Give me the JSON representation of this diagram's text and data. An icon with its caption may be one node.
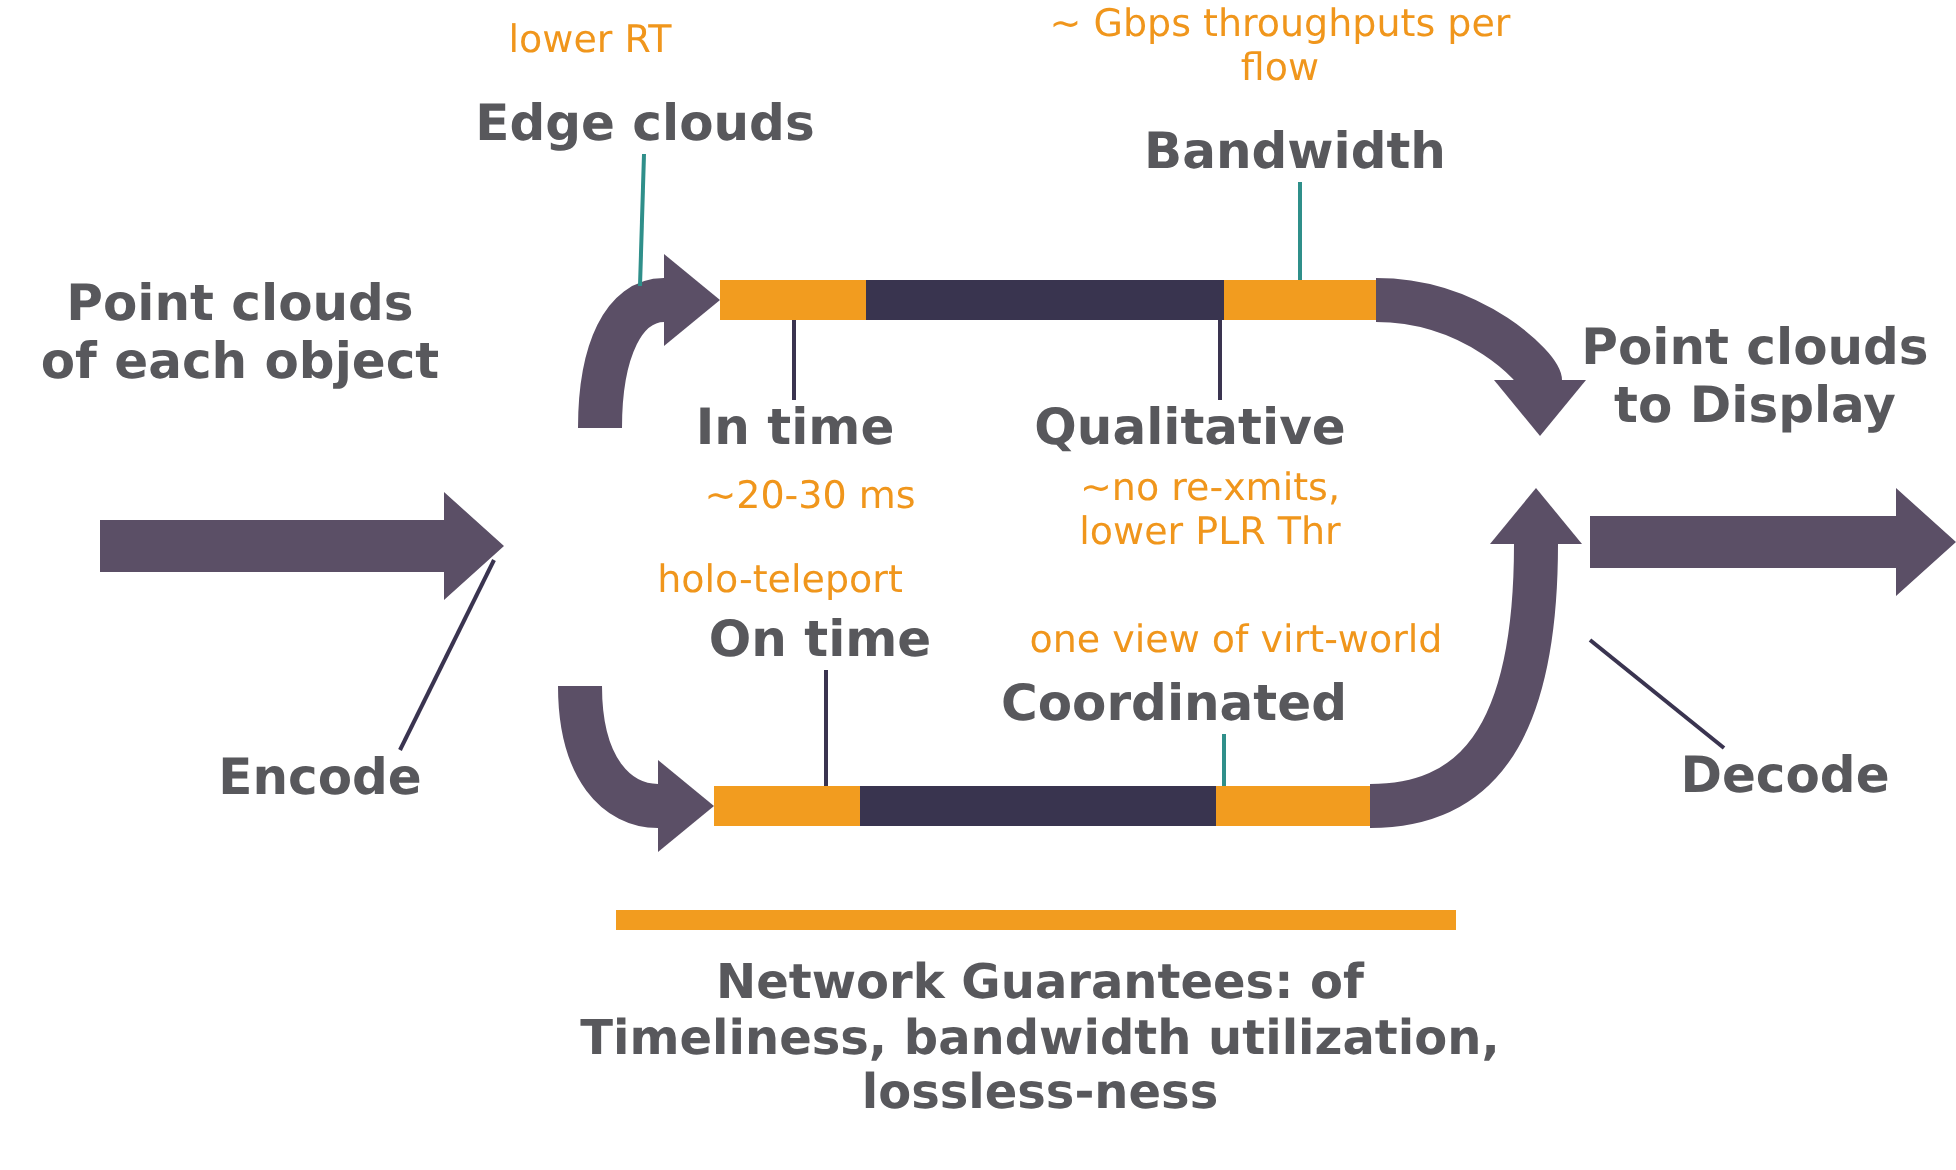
{
  "diagram": {
    "nodes": [
      {
        "text": [
          "Point clouds of each object"
        ]
      },
      {
        "text": [
          "Encode"
        ]
      },
      {
        "text": [
          "Edge clouds"
        ],
        "beside": [
          "lower RT"
        ]
      },
      {
        "text": [
          "Bandwidth"
        ],
        "beside": [
          "~ Gbps throughputs per flow"
        ]
      },
      {
        "text": [
          "In time"
        ],
        "beside": [
          "~20-30 ms"
        ]
      },
      {
        "text": [
          "Qualitative"
        ],
        "beside": [
          "~no re-xmits, lower PLR Thr"
        ]
      },
      {
        "text": [],
        "shape": "bar"
      },
      {
        "text": [],
        "shape": "bar"
      },
      {
        "text": [],
        "shape": "bar"
      },
      {
        "text": [
          "Point clouds to Display"
        ]
      },
      {
        "text": [
          "On time"
        ],
        "beside": [
          "holo-teleport"
        ]
      },
      {
        "text": [
          "Coordinated"
        ],
        "beside": [
          "one view of virt-world"
        ]
      },
      {
        "text": [
          "Decode"
        ]
      },
      {
        "text": [],
        "shape": "bar"
      },
      {
        "text": [],
        "shape": "bar"
      },
      {
        "text": [],
        "shape": "bar"
      }
    ],
    "edges": [
      {
        "from": null,
        "to": 6,
        "arrow": "to",
        "style": "thick",
        "color": "#5b4f66"
      },
      {
        "from": 8,
        "to": 9,
        "arrow": "to",
        "style": "thick",
        "color": "#5b4f66"
      },
      {
        "from": null,
        "to": 13,
        "arrow": "to",
        "style": "thick",
        "color": "#5b4f66"
      },
      {
        "from": 15,
        "to": 9,
        "arrow": "to",
        "style": "thick",
        "color": "#5b4f66"
      },
      {
        "from": 2,
        "to": null,
        "arrow": "none",
        "color": "#2f8f8a"
      },
      {
        "from": 4,
        "to": 6,
        "arrow": "none",
        "color": "#3a3450"
      },
      {
        "from": 3,
        "to": 8,
        "arrow": "none",
        "color": "#2f8f8a"
      },
      {
        "from": 5,
        "to": 7,
        "arrow": "none",
        "color": "#3a3450"
      },
      {
        "from": 10,
        "to": 13,
        "arrow": "none",
        "color": "#3a3450"
      },
      {
        "from": 11,
        "to": 15,
        "arrow": "none",
        "color": "#2f8f8a"
      },
      {
        "from": 1,
        "to": null,
        "arrow": "none",
        "color": "#3a3450"
      },
      {
        "from": 12,
        "to": null,
        "arrow": "none",
        "color": "#3a3450"
      }
    ],
    "labels": [
      "Network Guarantees: of Timeliness, bandwidth utilization, lossless-ness"
    ]
  }
}
